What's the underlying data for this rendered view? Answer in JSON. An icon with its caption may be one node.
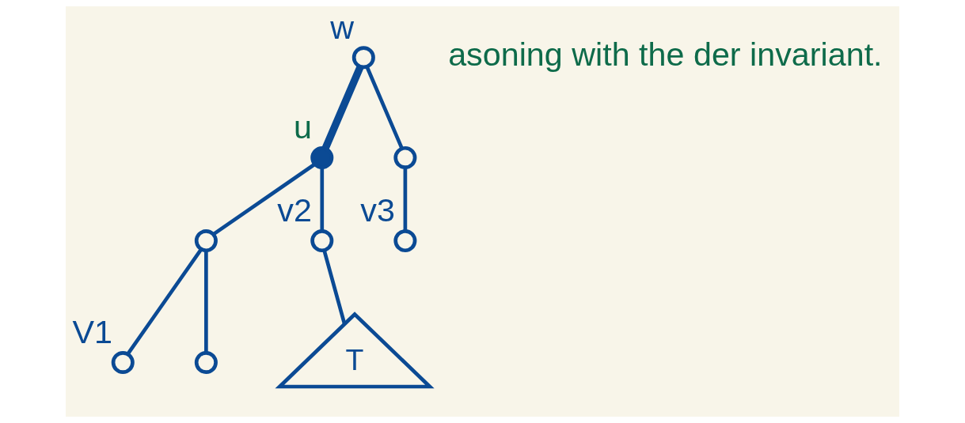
{
  "diagram": {
    "nodes": [
      {
        "text": [],
        "shape": "circle",
        "beside": [
          "w"
        ]
      },
      {
        "text": [],
        "shape": "circle"
      },
      {
        "text": [],
        "shape": "circle",
        "beside": [
          "v3"
        ]
      },
      {
        "text": [],
        "shape": "circle",
        "beside": [
          "u"
        ]
      },
      {
        "text": [],
        "shape": "circle"
      },
      {
        "text": [],
        "shape": "circle",
        "beside": [
          "v2"
        ]
      },
      {
        "text": [],
        "shape": "circle",
        "beside": [
          "V1"
        ]
      },
      {
        "text": [],
        "shape": "circle"
      },
      {
        "text": [
          "T"
        ]
      }
    ],
    "edges": [
      {
        "from": 0,
        "to": 1,
        "arrow": "none"
      },
      {
        "from": 1,
        "to": 2,
        "arrow": "none"
      },
      {
        "from": 0,
        "to": 3,
        "arrow": "none",
        "style": "thick"
      },
      {
        "from": 3,
        "to": 4,
        "arrow": "none"
      },
      {
        "from": 3,
        "to": 5,
        "arrow": "none"
      },
      {
        "from": 4,
        "to": 6,
        "arrow": "none"
      },
      {
        "from": 4,
        "to": 7,
        "arrow": "none"
      },
      {
        "from": 5,
        "to": 8,
        "arrow": "none"
      }
    ],
    "labels": [
      "asoning with the der invariant."
    ]
  }
}
